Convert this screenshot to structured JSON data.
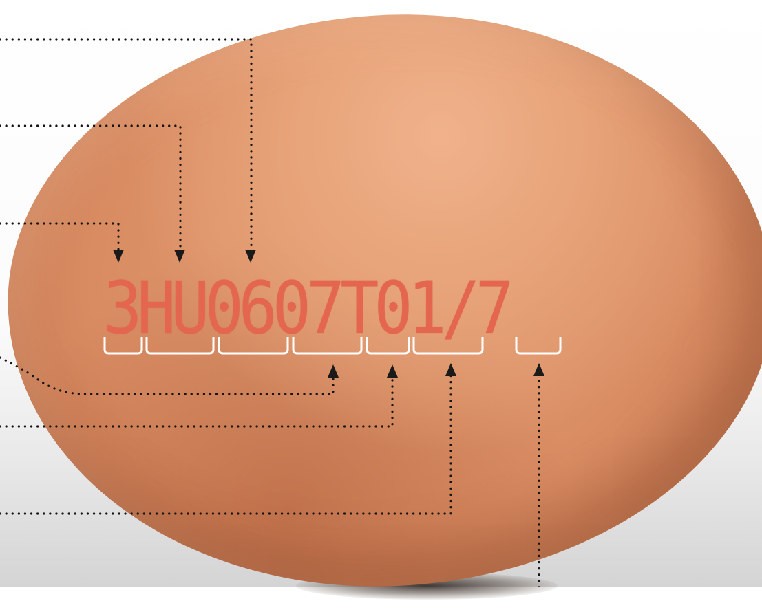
{
  "egg_code": {
    "text": "3HU0607T01/7",
    "stamp_color": "#e5664f"
  },
  "segments": [
    "3",
    "HU",
    "06",
    "07",
    "T",
    "01",
    "7"
  ],
  "watermark": "",
  "colors": {
    "shell": "#d98c62",
    "leader_line": "#141414",
    "bracket": "#ffffff"
  }
}
